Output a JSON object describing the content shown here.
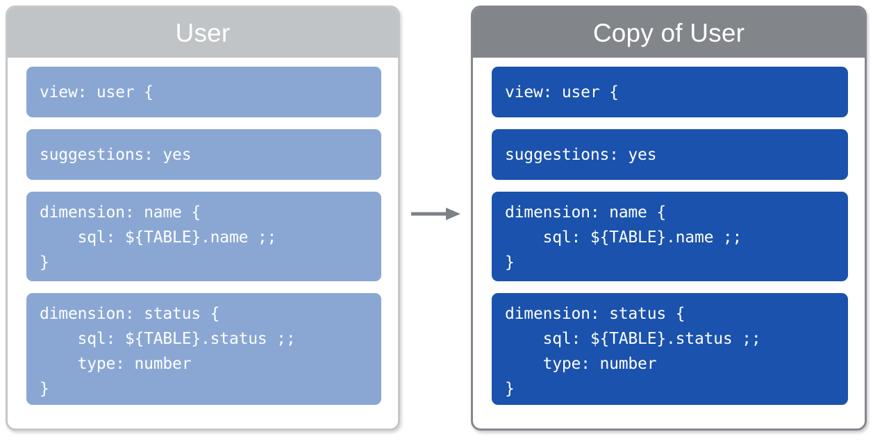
{
  "diagram": {
    "type": "flow",
    "arrow": {
      "icon": "right-arrow-icon",
      "color": "#7c8188",
      "direction": "left-to-right",
      "from": "User",
      "to": "Copy of User"
    },
    "colors": {
      "source_header_bg": "#c0c4c7",
      "source_block_bg": "#8aa7d4",
      "source_border": "#c4c7ca",
      "copy_header_bg": "#82868b",
      "copy_block_bg": "#1a52ad",
      "copy_border": "#84888d",
      "text": "#ffffff",
      "page_bg": "#ffffff"
    },
    "panels": [
      {
        "id": "source",
        "title": "User",
        "blocks": [
          {
            "id": "view",
            "code": "view: user {"
          },
          {
            "id": "suggestions",
            "code": "suggestions: yes"
          },
          {
            "id": "dimension-name",
            "code": "dimension: name {\n    sql: ${TABLE}.name ;;\n}"
          },
          {
            "id": "dimension-status",
            "code": "dimension: status {\n    sql: ${TABLE}.status ;;\n    type: number\n}"
          }
        ]
      },
      {
        "id": "copy",
        "title": "Copy of User",
        "blocks": [
          {
            "id": "view",
            "code": "view: user {"
          },
          {
            "id": "suggestions",
            "code": "suggestions: yes"
          },
          {
            "id": "dimension-name",
            "code": "dimension: name {\n    sql: ${TABLE}.name ;;\n}"
          },
          {
            "id": "dimension-status",
            "code": "dimension: status {\n    sql: ${TABLE}.status ;;\n    type: number\n}"
          }
        ]
      }
    ]
  }
}
